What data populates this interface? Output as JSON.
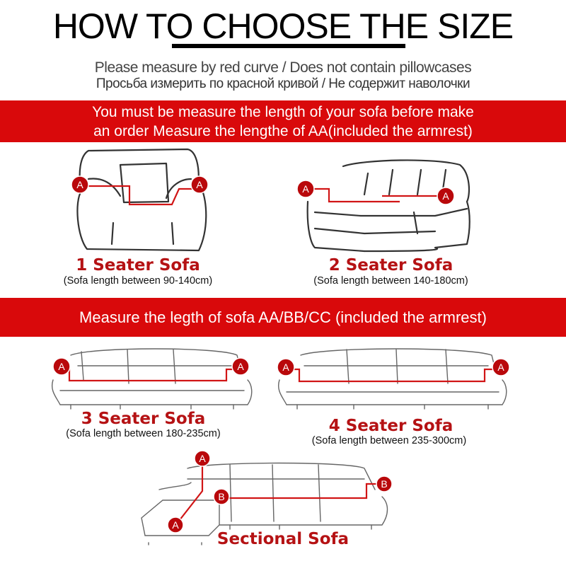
{
  "header": {
    "title": "HOW TO CHOOSE THE SIZE",
    "subtitle_en": "Please measure by red curve / Does not contain pillowcases",
    "subtitle_ru": "Просьба измерить по красной кривой  /  Не содержит наволочки"
  },
  "banner_top": {
    "line1": "You must be measure the length of your sofa before make",
    "line2": "an order Measure the lengthe of AA(included the armrest)"
  },
  "banner_mid": {
    "text": "Measure the legth of sofa AA/BB/CC (included the armrest)"
  },
  "colors": {
    "banner_red": "#d9090b",
    "caption_red": "#b51214",
    "badge_red": "#b9080b"
  },
  "sofas": [
    {
      "label": "1 Seater Sofa",
      "range": "(Sofa length between 90-140cm)",
      "markers": [
        "A",
        "A"
      ]
    },
    {
      "label": "2 Seater Sofa",
      "range": "(Sofa length between 140-180cm)",
      "markers": [
        "A",
        "A"
      ]
    },
    {
      "label": "3 Seater Sofa",
      "range": "(Sofa length between 180-235cm)",
      "markers": [
        "A",
        "A"
      ]
    },
    {
      "label": "4 Seater Sofa",
      "range": "(Sofa length between 235-300cm)",
      "markers": [
        "A",
        "A"
      ]
    },
    {
      "label": "Sectional Sofa",
      "range": "",
      "markers": [
        "A",
        "A",
        "B",
        "B"
      ]
    }
  ]
}
